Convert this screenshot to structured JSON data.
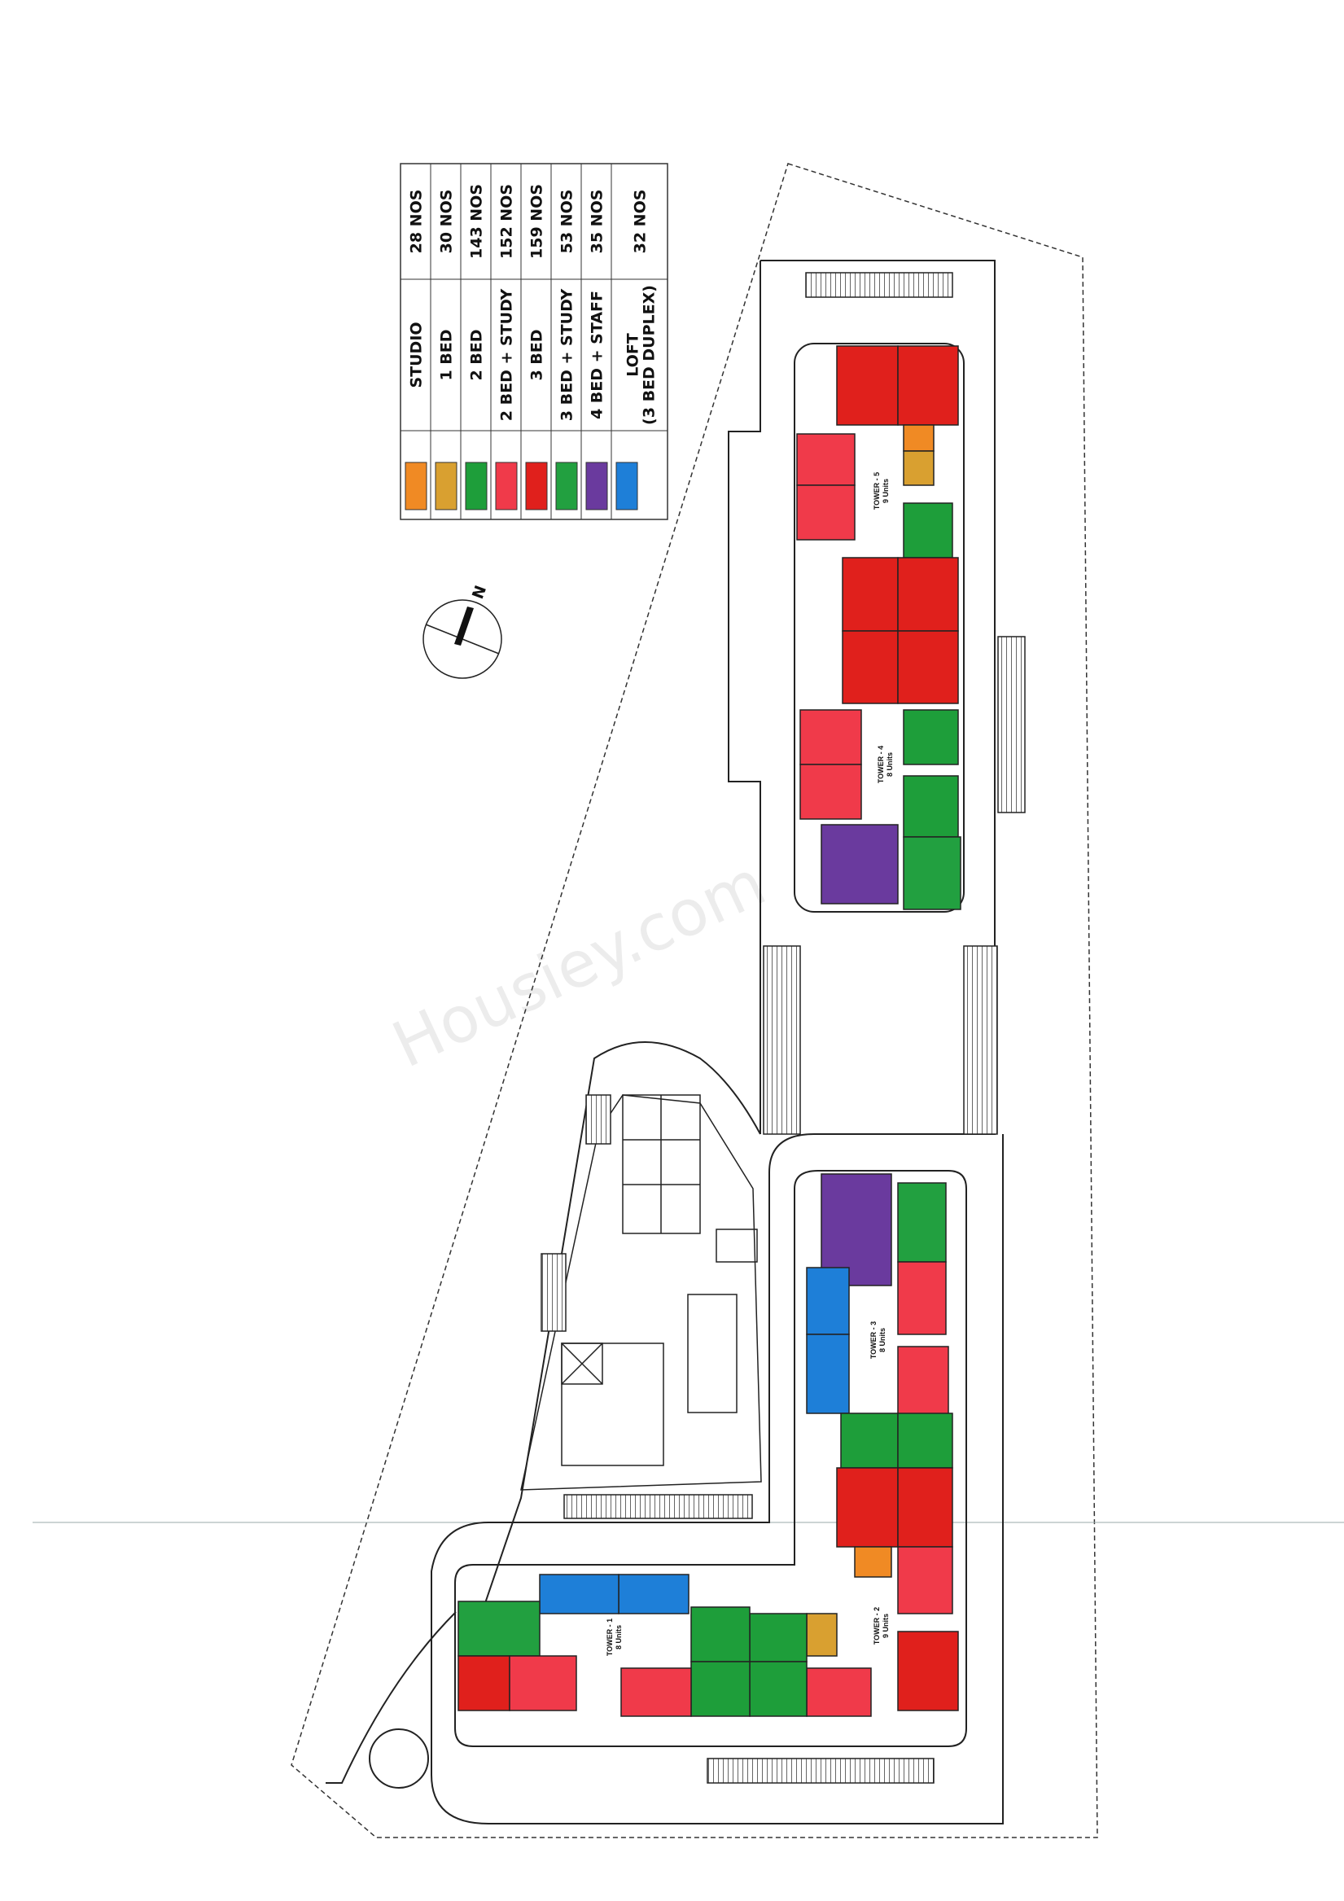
{
  "legend": {
    "items": [
      {
        "label": "STUDIO",
        "count": "28 NOS",
        "color": "#f08a24"
      },
      {
        "label": "1 BED",
        "count": "30 NOS",
        "color": "#d9a030"
      },
      {
        "label": "2 BED",
        "count": "143 NOS",
        "color": "#1e9e3a"
      },
      {
        "label": "2 BED + STUDY",
        "count": "152 NOS",
        "color": "#f03a4a"
      },
      {
        "label": "3 BED",
        "count": "159 NOS",
        "color": "#e0201c"
      },
      {
        "label": "3 BED + STUDY",
        "count": "53 NOS",
        "color": "#22a040"
      },
      {
        "label": "4 BED + STAFF",
        "count": "35 NOS",
        "color": "#6a3a9e"
      },
      {
        "label": "LOFT",
        "label2": "(3 BED DUPLEX)",
        "count": "32 NOS",
        "color": "#1e7fd8"
      }
    ]
  },
  "compass": {
    "label": "N"
  },
  "towers": [
    {
      "name": "TOWER - 1",
      "units": "8 Units"
    },
    {
      "name": "TOWER - 2",
      "units": "9 Units"
    },
    {
      "name": "TOWER - 3",
      "units": "8 Units"
    },
    {
      "name": "TOWER - 4",
      "units": "8 Units"
    },
    {
      "name": "TOWER - 5",
      "units": "9 Units"
    }
  ],
  "watermark": "Housiey.com"
}
